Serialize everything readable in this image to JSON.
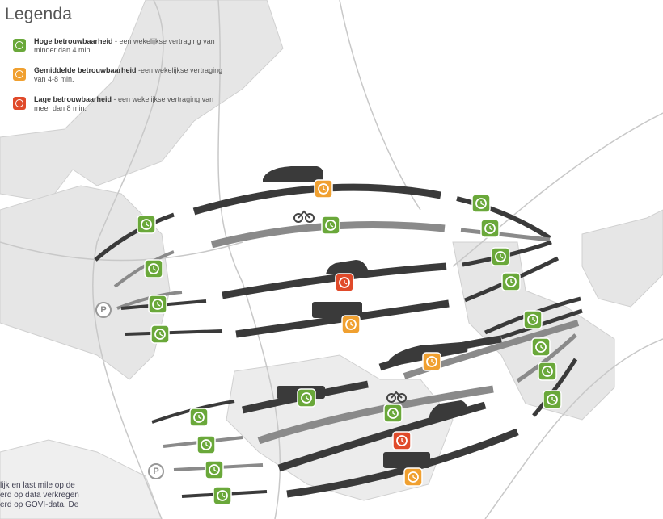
{
  "legend": {
    "title": "Legenda",
    "items": [
      {
        "bold": "Hoge betrouwbaarheid",
        "text": " - een wekelijkse vertraging van minder dan 4 min.",
        "color": "#6aa83a"
      },
      {
        "bold": "Gemiddelde betrouwbaarheid",
        "text": " -een wekelijkse vertraging van 4-8 min.",
        "color": "#f0a030"
      },
      {
        "bold": "Lage betrouwbaarheid",
        "text": " - een wekelijkse vertraging van meer dan 8 min.",
        "color": "#e04a2a"
      }
    ]
  },
  "parking": {
    "label": "P"
  },
  "footer": {
    "lines": [
      "lijk en last mile op de",
      "erd op data verkregen",
      "erd op GOVI-data. De"
    ]
  },
  "colors": {
    "green": "#6aa83a",
    "orange": "#f0a030",
    "red": "#e04a2a",
    "dark": "#3a3a3a",
    "gray": "#8a8a8a"
  }
}
